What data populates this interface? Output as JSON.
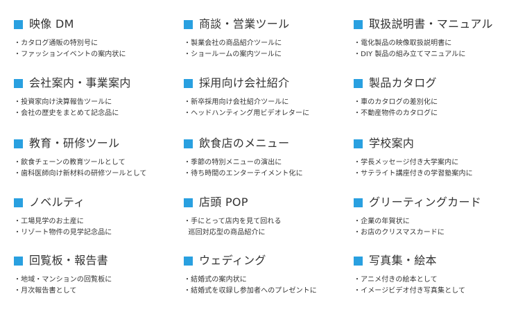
{
  "colors": {
    "accent_square": "#29a0e0",
    "text": "#333333",
    "background": "#ffffff"
  },
  "cells": [
    {
      "title": "映像 DM",
      "items": [
        "・カタログ通販の特別号に",
        "・ファッションイベントの案内状に"
      ]
    },
    {
      "title": "商談・営業ツール",
      "items": [
        "・製業会社の商品紹介ツールに",
        "・ショールームの案内ツールに"
      ]
    },
    {
      "title": "取扱説明書・マニュアル",
      "items": [
        "・電化製品の映像取扱説明書に",
        "・DIY 製品の組み立てマニュアルに"
      ]
    },
    {
      "title": "会社案内・事業案内",
      "items": [
        "・投資家向け決算報告ツールに",
        "・会社の歴史をまとめて記念品に"
      ]
    },
    {
      "title": "採用向け会社紹介",
      "items": [
        "・新卒採用向け会社紹介ツールに",
        "・ヘッドハンティング用ビデオレターに"
      ]
    },
    {
      "title": "製品カタログ",
      "items": [
        "・車のカタログの差別化に",
        "・不動産物件のカタログに"
      ]
    },
    {
      "title": "教育・研修ツール",
      "items": [
        "・飲食チェーンの教育ツールとして",
        "・歯科医師向け新材料の研修ツールとして"
      ]
    },
    {
      "title": "飲食店のメニュー",
      "items": [
        "・季節の特別メニューの演出に",
        "・待ち時間のエンターテイメント化に"
      ]
    },
    {
      "title": "学校案内",
      "items": [
        "・学長メッセージ付き大学案内に",
        "・サテライト講座付きの学習塾案内に"
      ]
    },
    {
      "title": "ノベルティ",
      "items": [
        "・工場見学のお土産に",
        "・リゾート物件の見学記念品に"
      ]
    },
    {
      "title": "店頭 POP",
      "items": [
        "・手にとって店内を見て回れる",
        "  巡回対応型の商品紹介に"
      ]
    },
    {
      "title": "グリーティングカード",
      "items": [
        "・企業の年賀状に",
        "・お店のクリスマスカードに"
      ]
    },
    {
      "title": "回覧板・報告書",
      "items": [
        "・地域・マンションの回覧板に",
        "・月次報告書として"
      ]
    },
    {
      "title": "ウェディング",
      "items": [
        "・結婚式の案内状に",
        "・結婚式を収録し参加者へのプレゼントに"
      ]
    },
    {
      "title": "写真集・絵本",
      "items": [
        "・アニメ付きの絵本として",
        "・イメージビデオ付き写真集として"
      ]
    }
  ]
}
